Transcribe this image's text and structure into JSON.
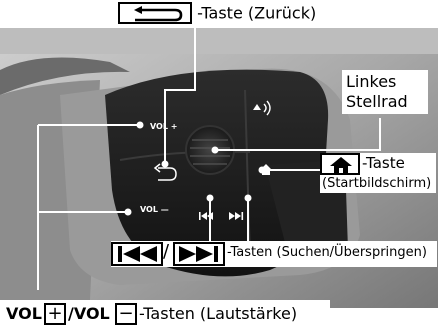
{
  "labels": {
    "back": "-Taste (Zurück)",
    "left_wheel_line1": "Linkes",
    "left_wheel_line2": "Stellrad",
    "home_line1": "-Taste",
    "home_line2": "(Startbildschirm)",
    "seek_suffix": "-Tasten (Suchen/Überspringen)",
    "vol_prefix": "VOL",
    "vol_sep": "/VOL",
    "vol_plus_symbol": "+",
    "vol_minus_symbol": "−",
    "vol_suffix": "-Tasten (Lautstärke)"
  },
  "button_captions": {
    "vol_plus": "VOL +",
    "vol_minus": "VOL —"
  },
  "icons": [
    "back-arrow-icon",
    "voice-command-icon",
    "home-icon",
    "seek-back-icon",
    "seek-forward-icon"
  ],
  "colors": {
    "leader": "#ffffff",
    "label_text": "#000000",
    "photo_dark": "#1c1c1c",
    "photo_mid": "#5a5a5a",
    "photo_light": "#c9c9c9"
  }
}
